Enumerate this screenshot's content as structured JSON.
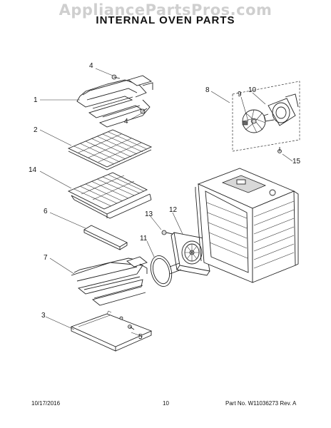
{
  "header": {
    "watermark": "AppliancePartsPros.com",
    "title": "INTERNAL OVEN PARTS"
  },
  "callouts": {
    "c1": "1",
    "c2": "2",
    "c3": "3",
    "c4a": "4",
    "c4b": "4",
    "c5": "5",
    "c6": "6",
    "c7": "7",
    "c8": "8",
    "c9": "9",
    "c10": "10",
    "c11": "11",
    "c12": "12",
    "c13": "13",
    "c14": "14",
    "c15": "15"
  },
  "footer": {
    "date": "10/17/2016",
    "page": "10",
    "part_number": "Part No. W11036273  Rev. A"
  }
}
